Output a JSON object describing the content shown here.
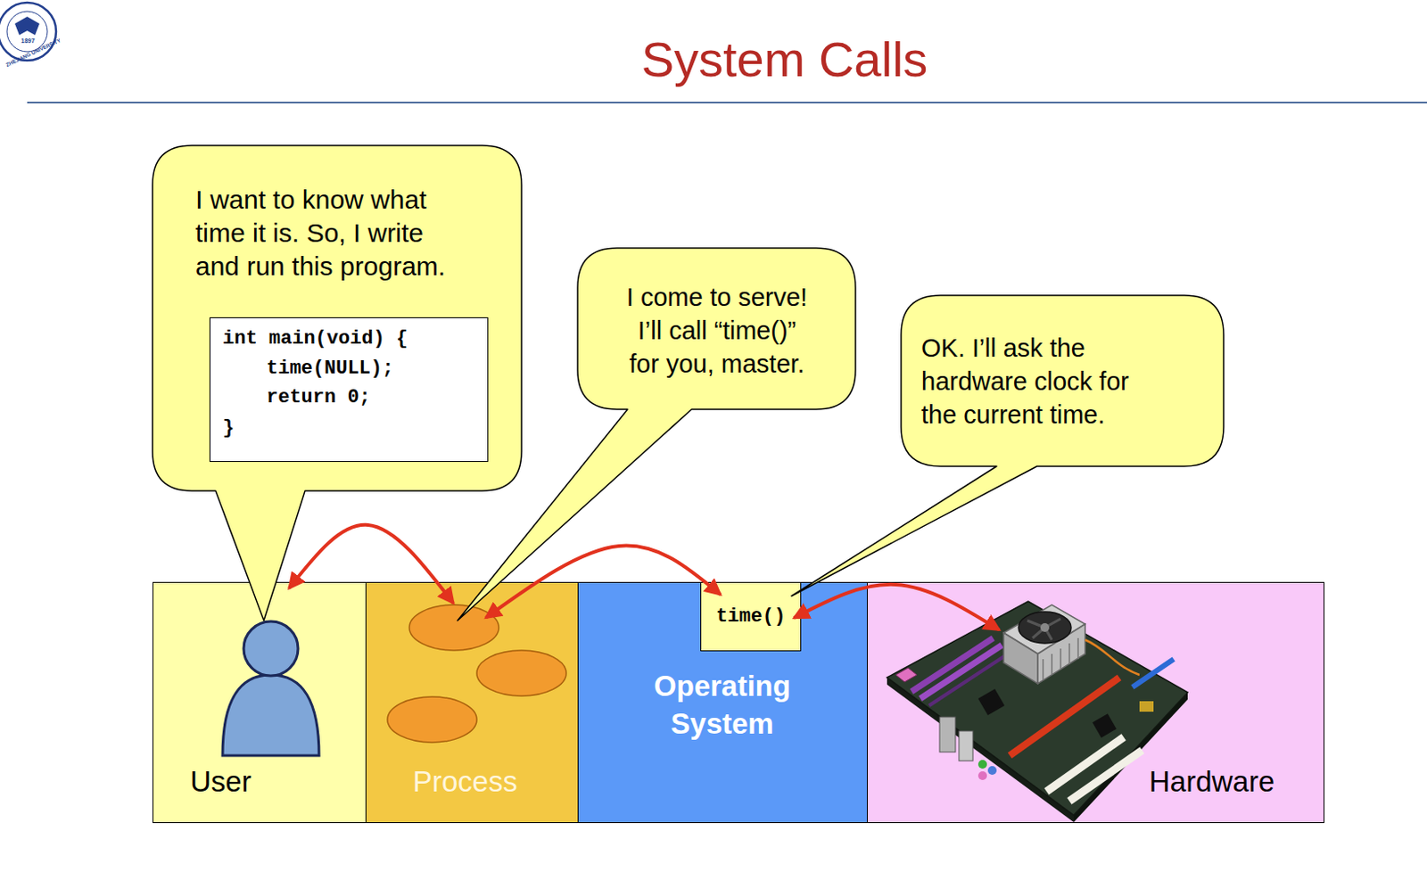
{
  "diagram": {
    "title": "System Calls",
    "nodes": [
      {
        "text": [
          "I want to know what time it is. So, I write and run this program."
        ]
      },
      {
        "text": [
          "int main(void) {",
          "time(NULL);",
          "return 0;",
          "}"
        ],
        "in": 0
      },
      {
        "text": [
          "I come to serve! I’ll call “time()” for you, master."
        ]
      },
      {
        "text": [
          "OK. I’ll ask the hardware clock for the current time."
        ]
      },
      {
        "text": [
          "User"
        ]
      },
      {
        "text": [
          "Process"
        ]
      },
      {
        "text": [
          "Operating System"
        ]
      },
      {
        "text": [
          "time()"
        ],
        "in": 6
      },
      {
        "text": [
          "Hardware"
        ]
      }
    ],
    "edges": [
      {
        "from": 4,
        "to": 5,
        "arrow": "both"
      },
      {
        "from": 5,
        "to": 7,
        "arrow": "both"
      },
      {
        "from": 7,
        "to": 8,
        "arrow": "both"
      }
    ],
    "labels": [
      "1897",
      "ZHEJIANG UNIVERSITY"
    ]
  }
}
